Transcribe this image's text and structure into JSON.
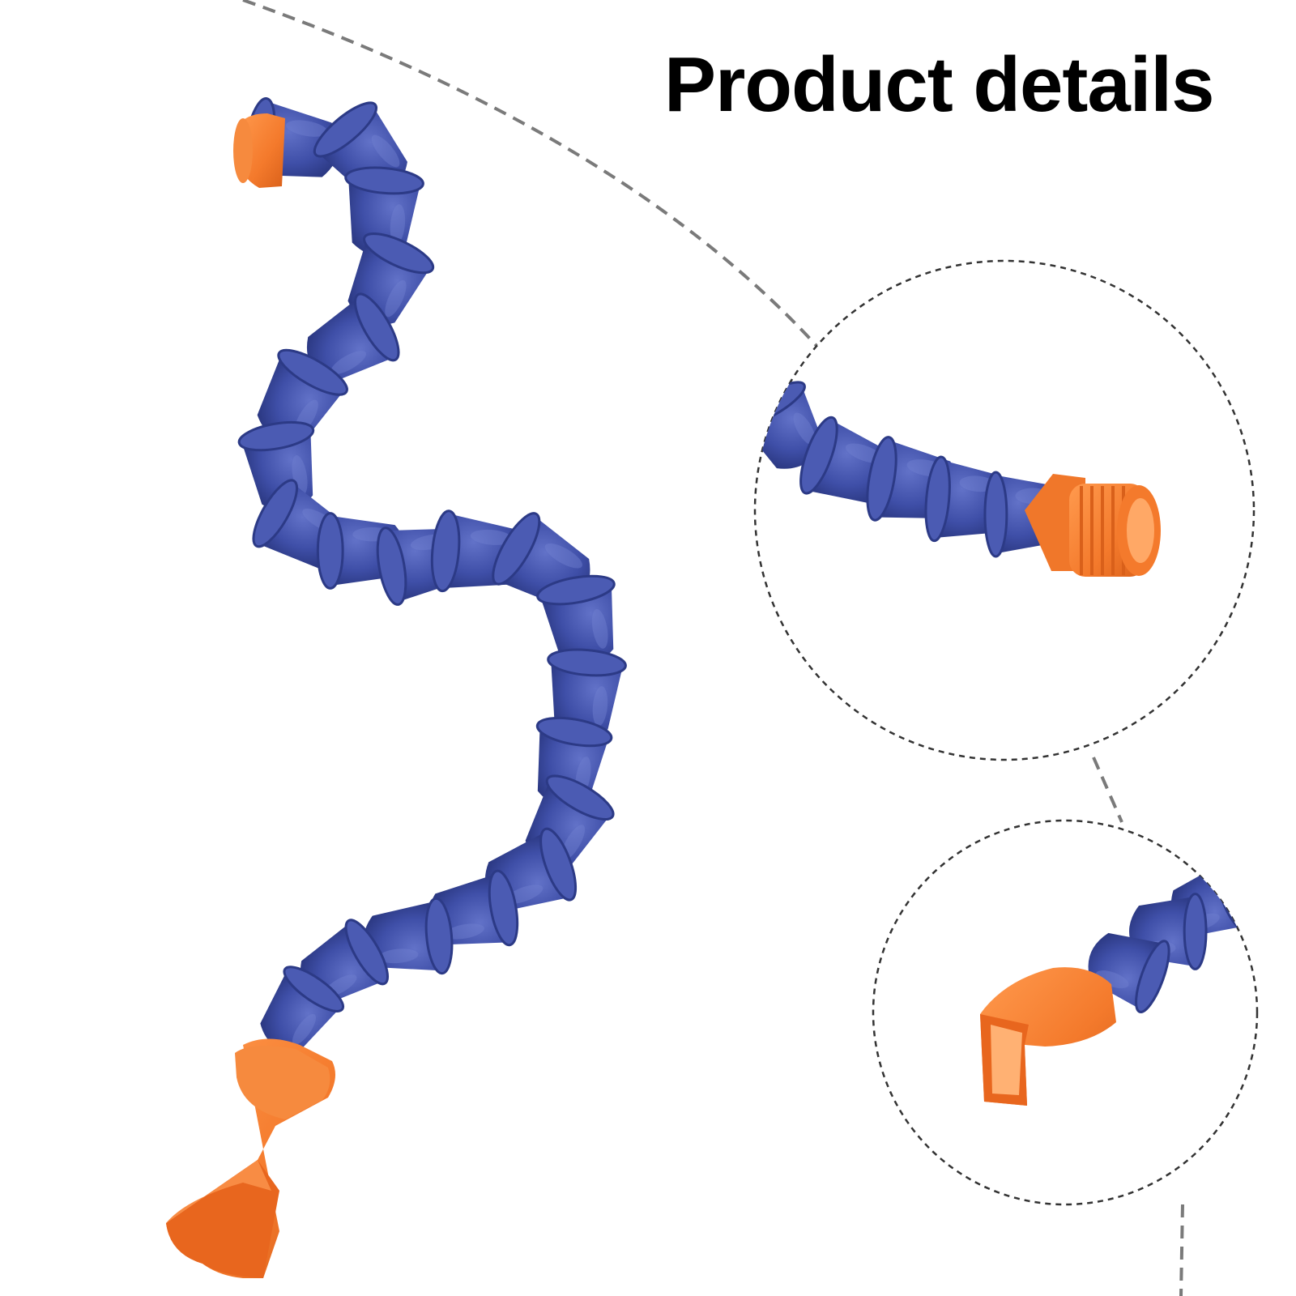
{
  "title": "Product details",
  "colors": {
    "hose_blue": "#3f4fa8",
    "hose_blue_dark": "#2c3a86",
    "hose_blue_light": "#5565bd",
    "nozzle_orange": "#f47a2c",
    "nozzle_orange_dark": "#d9601a",
    "dashed_line": "#777777",
    "circle_outline": "#333333"
  },
  "icons": [
    "coolant-hose",
    "flat-nozzle",
    "threaded-connector",
    "detail-circle"
  ]
}
